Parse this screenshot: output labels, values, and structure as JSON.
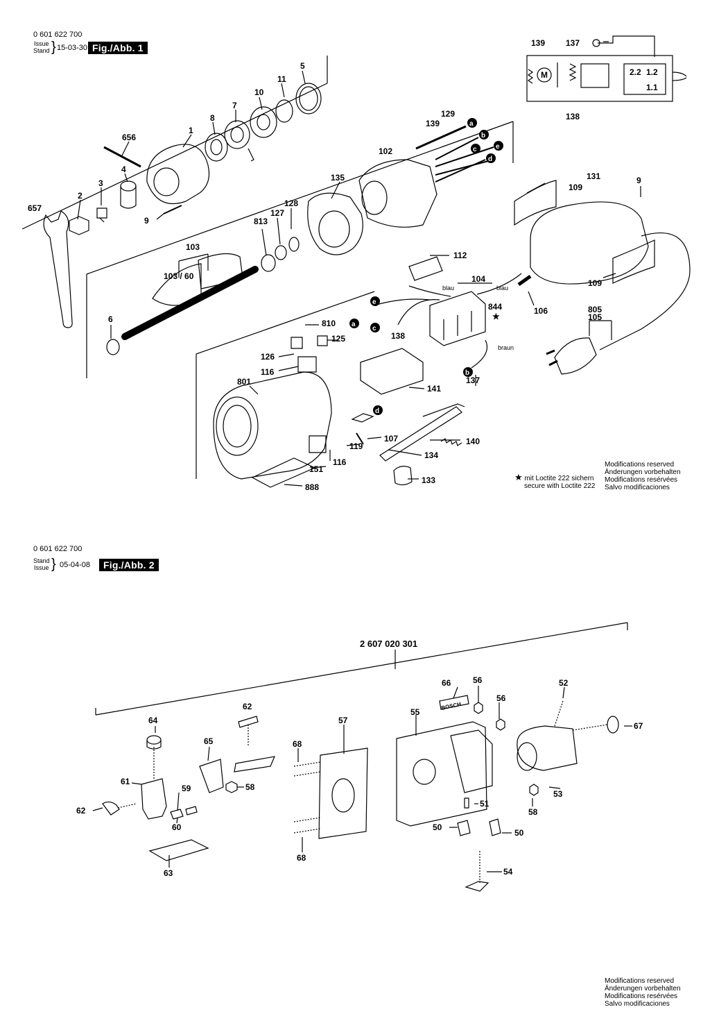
{
  "sheet1": {
    "part_number": "0 601 622 700",
    "issue_word": "Issue",
    "stand_word": "Stand",
    "date": "15-03-30",
    "fig_label": "Fig./Abb. 1"
  },
  "sheet2": {
    "part_number": "0 601 622 700",
    "stand_word": "Stand",
    "issue_word": "Issue",
    "date": "05-04-08",
    "fig_label": "Fig./Abb. 2",
    "kit_number": "2 607 020 301"
  },
  "modifications": [
    "Modifications reserved",
    "Änderungen vorbehalten",
    "Modifications resérvées",
    "Salvo modificaciones"
  ],
  "loctite": {
    "star": "★",
    "line1": "mit Loctite 222 sichern",
    "line2": "secure with Loctite 222"
  },
  "wire_labels": {
    "blau": "blau",
    "braun": "braun"
  },
  "schematic_labels": {
    "motor": "M",
    "contact_22": "2.2",
    "contact_12": "1.2",
    "contact_11": "1.1"
  },
  "fig1_labels": {
    "l5": "5",
    "l11": "11",
    "l10": "10",
    "l7": "7",
    "l8": "8",
    "l1": "1",
    "l656": "656",
    "l4": "4",
    "l3": "3",
    "l2": "2",
    "l657": "657",
    "l9a": "9",
    "l129": "129",
    "l139a": "139",
    "l102": "102",
    "l135": "135",
    "l128": "128",
    "l127": "127",
    "l813": "813",
    "l103": "103",
    "l10360": "103 / 60",
    "l6": "6",
    "l131": "131",
    "l109a": "109",
    "l9b": "9",
    "l109b": "109",
    "l112": "112",
    "l104": "104",
    "l844": "844",
    "l106": "106",
    "l805": "805",
    "l105": "105",
    "l810": "810",
    "l125": "125",
    "l126": "126",
    "l116a": "116",
    "l138": "138",
    "l801": "801",
    "l141": "141",
    "l137": "137",
    "l107": "107",
    "l119": "119",
    "l140": "140",
    "l116b": "116",
    "l151": "151",
    "l134": "134",
    "l133": "133",
    "l888": "888",
    "s139": "139",
    "s137": "137",
    "s138": "138",
    "ca": "a",
    "cb": "b",
    "cc": "c",
    "ce": "e",
    "cd": "d",
    "cea": "e",
    "cca": "c",
    "cab": "a",
    "cbb": "b",
    "cdb": "d"
  },
  "fig2_labels": {
    "l66": "66",
    "l56a": "56",
    "l56b": "56",
    "l52": "52",
    "l62a": "62",
    "l64": "64",
    "l57": "57",
    "l55": "55",
    "l67": "67",
    "l65": "65",
    "l68a": "68",
    "l61": "61",
    "l59": "59",
    "l58a": "58",
    "l62b": "62",
    "l60": "60",
    "l53": "53",
    "l51": "51",
    "l58b": "58",
    "l50a": "50",
    "l50b": "50",
    "l68b": "68",
    "l63": "63",
    "l54": "54",
    "brand": "BOSCH"
  }
}
